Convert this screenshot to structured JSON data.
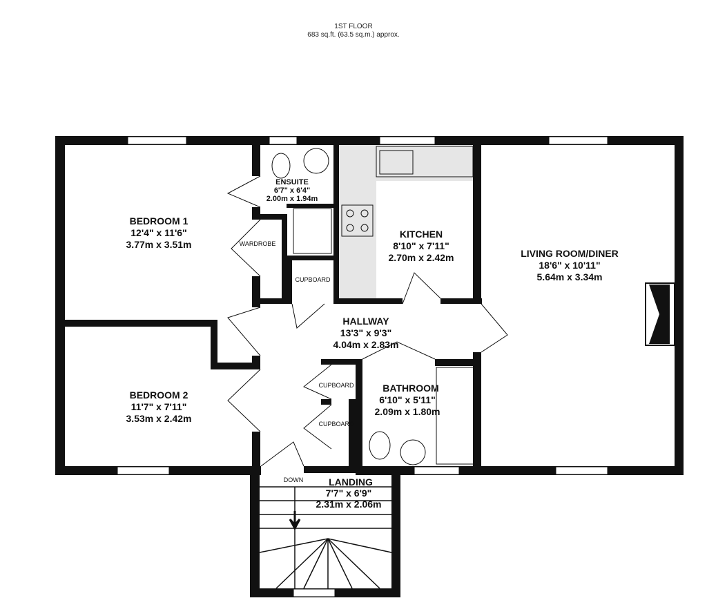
{
  "header": {
    "floor": "1ST FLOOR",
    "area": "683 sq.ft. (63.5 sq.m.) approx."
  },
  "rooms": {
    "bedroom1": {
      "name": "BEDROOM 1",
      "imperial": "12'4\"  x 11'6\"",
      "metric": "3.77m  x 3.51m"
    },
    "ensuite": {
      "name": "ENSUITE",
      "imperial": "6'7\"  x 6'4\"",
      "metric": "2.00m  x 1.94m"
    },
    "kitchen": {
      "name": "KITCHEN",
      "imperial": "8'10\"  x 7'11\"",
      "metric": "2.70m  x 2.42m"
    },
    "living": {
      "name": "LIVING ROOM/DINER",
      "imperial": "18'6\"  x 10'11\"",
      "metric": "5.64m  x 3.34m"
    },
    "hallway": {
      "name": "HALLWAY",
      "imperial": "13'3\"  x 9'3\"",
      "metric": "4.04m  x 2.83m"
    },
    "bedroom2": {
      "name": "BEDROOM 2",
      "imperial": "11'7\"  x 7'11\"",
      "metric": "3.53m  x 2.42m"
    },
    "bathroom": {
      "name": "BATHROOM",
      "imperial": "6'10\"  x 5'11\"",
      "metric": "2.09m  x 1.80m"
    },
    "landing": {
      "name": "LANDING",
      "imperial": "7'7\"  x 6'9\"",
      "metric": "2.31m  x 2.06m"
    }
  },
  "labels": {
    "wardrobe": "WARDROBE",
    "cupboard1": "CUPBOARD",
    "cupboard2": "CUPBOARD",
    "cupboard3": "CUPBOARD",
    "down": "DOWN"
  },
  "colors": {
    "wall": "#111111",
    "kitchen_floor": "#e6e6e6"
  }
}
